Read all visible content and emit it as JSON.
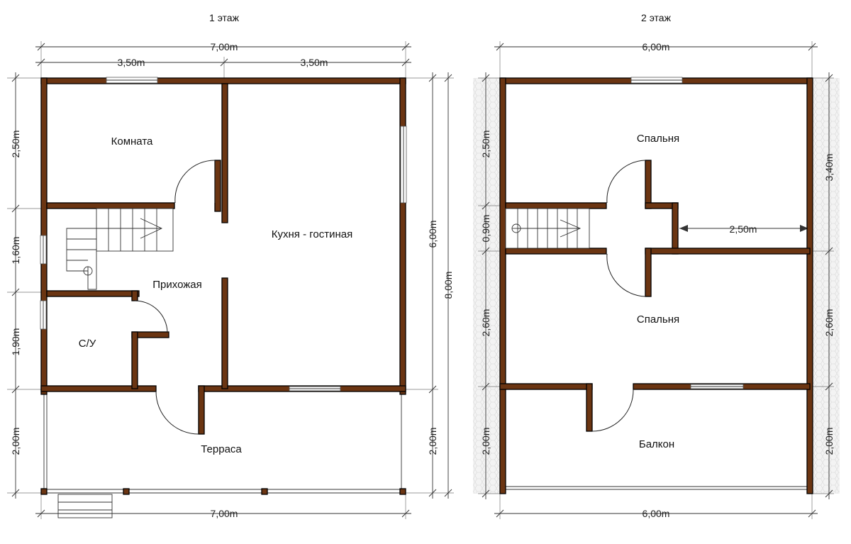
{
  "floors": {
    "first": {
      "title": "1 этаж",
      "rooms": {
        "komnata": "Комната",
        "kukhnya": "Кухня - гостиная",
        "prikhozhaya": "Прихожая",
        "su": "С/У",
        "terrasa": "Терраса"
      },
      "dims": {
        "top_total": "7,00m",
        "top_left": "3,50m",
        "top_right": "3,50m",
        "bottom_total": "7,00m",
        "left_1": "2,50m",
        "left_2": "1,60m",
        "left_3": "1,90m",
        "left_4": "2,00m",
        "right_1": "6,00m",
        "right_2": "2,00m",
        "right_total": "8,00m"
      }
    },
    "second": {
      "title": "2 этаж",
      "rooms": {
        "spalnya_top": "Спальня",
        "spalnya_bottom": "Спальня",
        "balkon": "Балкон"
      },
      "dims": {
        "top_total": "6,00m",
        "bottom_total": "6,00m",
        "inner": "2,50m",
        "left_1": "2,50m",
        "left_2": "0,90m",
        "left_3": "2,60m",
        "left_4": "2,00m",
        "right_1": "3,40m",
        "right_2": "2,60m",
        "right_3": "2,00m"
      }
    }
  }
}
